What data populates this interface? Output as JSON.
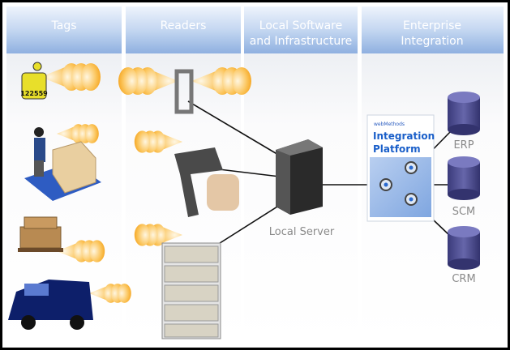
{
  "columns": [
    {
      "title_line1": "Tags",
      "title_line2": ""
    },
    {
      "title_line1": "Readers",
      "title_line2": ""
    },
    {
      "title_line1": "Local Software",
      "title_line2": "and Infrastructure"
    },
    {
      "title_line1": "Enterprise",
      "title_line2": "Integration"
    }
  ],
  "tag_number": "122559",
  "server_label": "Local Server",
  "platform": {
    "brand": "webMethods",
    "title_line1": "Integration",
    "title_line2": "Platform"
  },
  "systems": [
    "ERP",
    "SCM",
    "CRM"
  ],
  "colors": {
    "header_blue": "#a9c3e8",
    "beam": "#f7a623",
    "database": "#4a4a8c",
    "line": "#111111",
    "label_gray": "#8a8a8a",
    "platform_blue": "#1a5fc9"
  }
}
